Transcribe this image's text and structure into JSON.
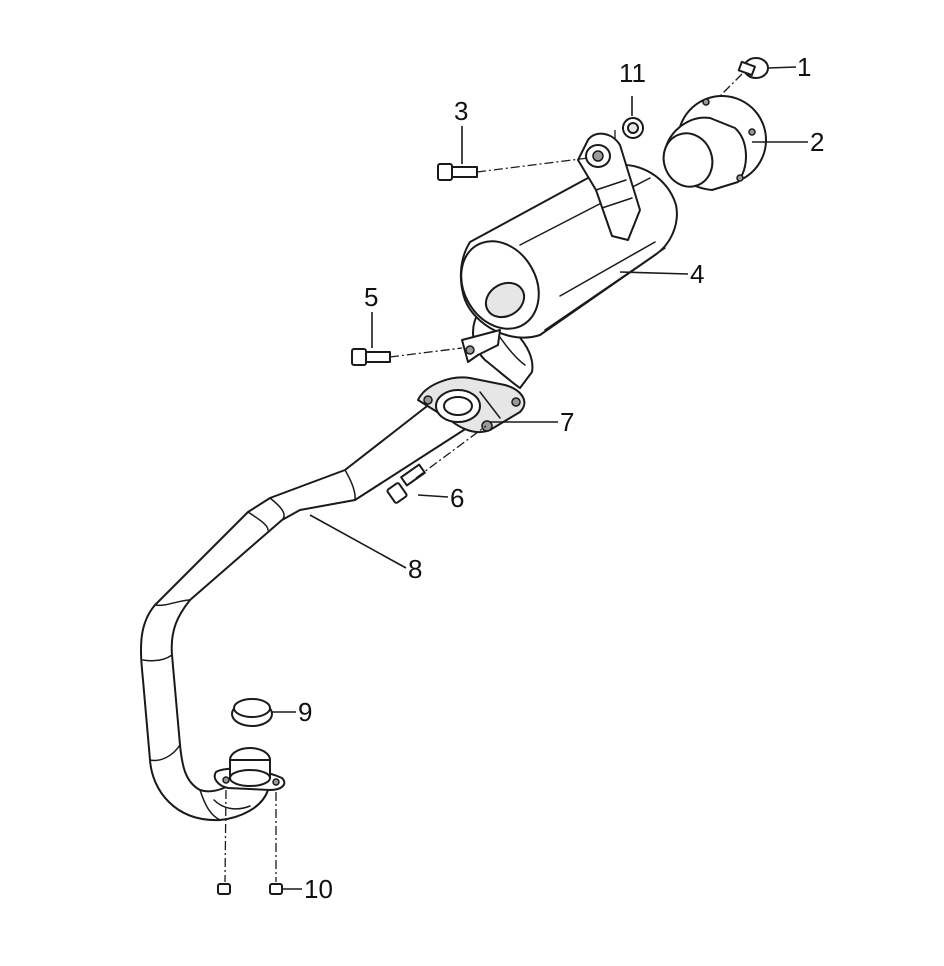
{
  "diagram": {
    "type": "exploded-parts",
    "callouts": [
      {
        "id": "1",
        "label": "1"
      },
      {
        "id": "2",
        "label": "2"
      },
      {
        "id": "3",
        "label": "3"
      },
      {
        "id": "4",
        "label": "4"
      },
      {
        "id": "5",
        "label": "5"
      },
      {
        "id": "6",
        "label": "6"
      },
      {
        "id": "7",
        "label": "7"
      },
      {
        "id": "8",
        "label": "8"
      },
      {
        "id": "9",
        "label": "9"
      },
      {
        "id": "10",
        "label": "10"
      },
      {
        "id": "11",
        "label": "11"
      }
    ]
  }
}
